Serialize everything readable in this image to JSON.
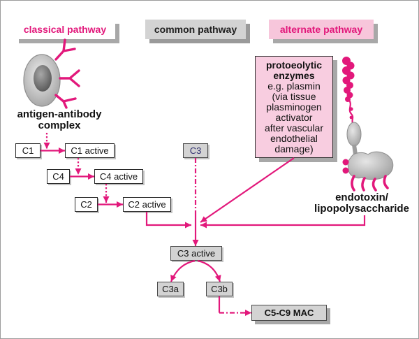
{
  "headers": {
    "classical": "classical pathway",
    "common": "common pathway",
    "alternate": "alternate pathway"
  },
  "classical": {
    "complex_label": [
      "antigen-antibody",
      "complex"
    ],
    "c1": "C1",
    "c1_active": "C1 active",
    "c4": "C4",
    "c4_active": "C4 active",
    "c2": "C2",
    "c2_active": "C2 active"
  },
  "common": {
    "c3": "C3",
    "c3_active": "C3 active",
    "c3a": "C3a",
    "c3b": "C3b",
    "mac": "C5-C9 MAC"
  },
  "alternate": {
    "enzymes_title": [
      "protoeolytic",
      "enzymes"
    ],
    "enzymes_text": [
      "e.g. plasmin",
      "(via tissue",
      "plasminogen",
      "activator",
      "after vascular",
      "endothelial",
      "damage)"
    ],
    "endotoxin_label": [
      "endotoxin/",
      "lipopolysaccharide"
    ]
  },
  "icons": {
    "antigen_antibody_complex": "antigen-antibody-complex-icon",
    "antibody": "antibody-icon",
    "endotoxin": "lipopolysaccharide-icon",
    "arrowhead": "arrowhead-icon"
  },
  "colors": {
    "accent": "#e2187b",
    "gray_box": "#d3d3d3",
    "pink_box": "#f8cde0",
    "pink_header": "#f7c6db",
    "shadow": "#a8a8a8",
    "c3_text": "#2f2f6f"
  }
}
